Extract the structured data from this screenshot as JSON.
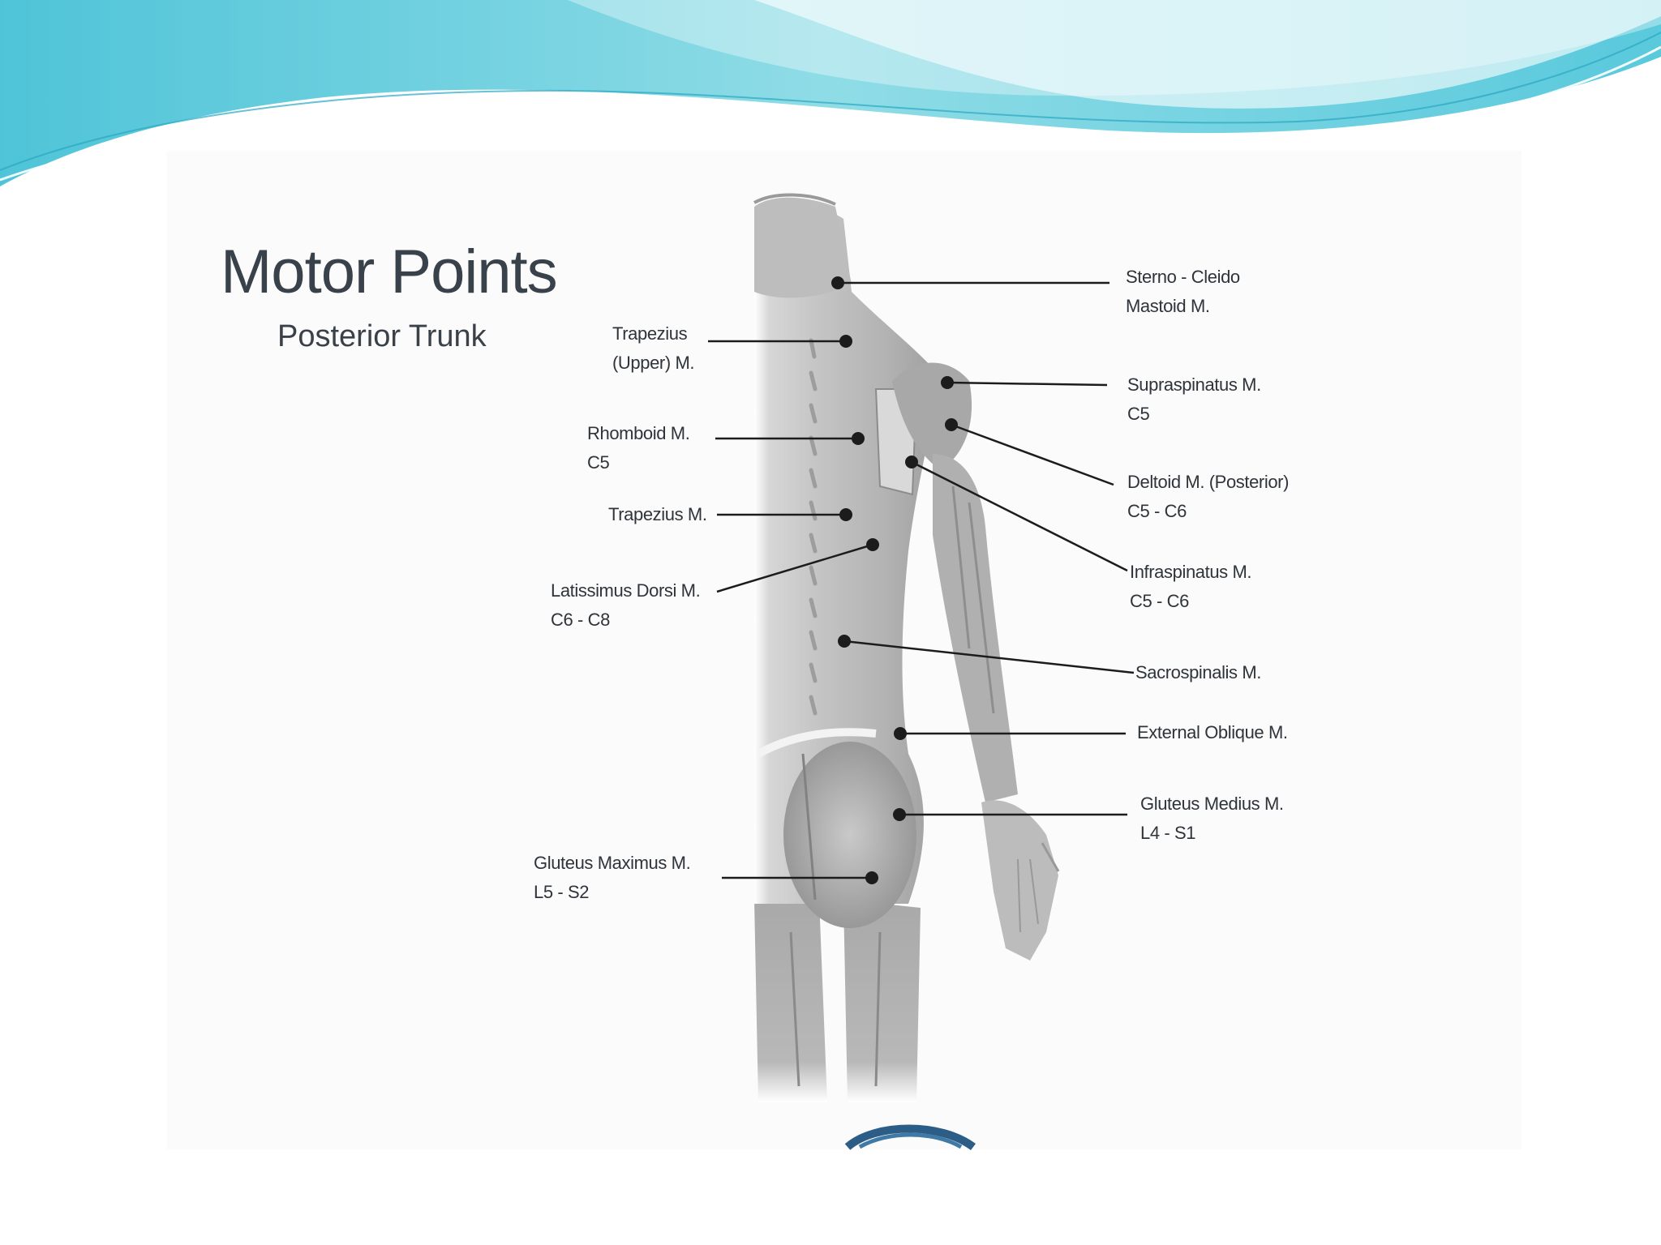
{
  "slide": {
    "colors": {
      "wave_light": "#bfe9ef",
      "wave_mid": "#6fd3e0",
      "wave_dark": "#3fb6cf",
      "background": "#ffffff",
      "panel": "#fbfbfb",
      "title_text": "#39414a",
      "label_text": "#2f343a",
      "leader_line": "#1c1c1c"
    }
  },
  "figure": {
    "title": "Motor Points",
    "subtitle": "Posterior Trunk"
  },
  "labels": {
    "sterno": {
      "line1": "Sterno - Cleido",
      "line2": "Mastoid M."
    },
    "trapezius_upper": {
      "line1": "Trapezius",
      "line2": "(Upper) M."
    },
    "supraspinatus": {
      "line1": "Supraspinatus M.",
      "line2": "C5"
    },
    "rhomboid": {
      "line1": "Rhomboid M.",
      "line2": "C5"
    },
    "deltoid": {
      "line1": "Deltoid M. (Posterior)",
      "line2": "C5 - C6"
    },
    "trapezius": {
      "line1": "Trapezius M."
    },
    "infraspinatus": {
      "line1": "Infraspinatus M.",
      "line2": "C5 - C6"
    },
    "latissimus": {
      "line1": "Latissimus Dorsi M.",
      "line2": "C6 - C8"
    },
    "sacrospinalis": {
      "line1": "Sacrospinalis M."
    },
    "external_oblique": {
      "line1": "External Oblique M."
    },
    "gluteus_medius": {
      "line1": "Gluteus Medius M.",
      "line2": "L4 - S1"
    },
    "gluteus_maximus": {
      "line1": "Gluteus Maximus M.",
      "line2": "L5 - S2"
    }
  }
}
